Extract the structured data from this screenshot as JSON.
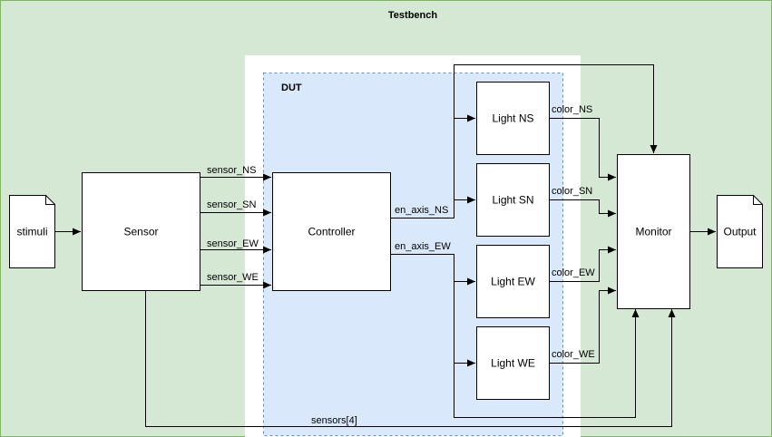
{
  "testbench": {
    "title": "Testbench"
  },
  "dut": {
    "title": "DUT"
  },
  "blocks": {
    "stimuli": "stimuli",
    "sensor": "Sensor",
    "controller": "Controller",
    "light_ns": "Light NS",
    "light_sn": "Light SN",
    "light_ew": "Light EW",
    "light_we": "Light WE",
    "monitor": "Monitor",
    "output": "Output"
  },
  "signals": {
    "sensor_ns": "sensor_NS",
    "sensor_sn": "sensor_SN",
    "sensor_ew": "sensor_EW",
    "sensor_we": "sensor_WE",
    "en_axis_ns": "en_axis_NS",
    "en_axis_ew": "en_axis_EW",
    "color_ns": "color_NS",
    "color_sn": "color_SN",
    "color_ew": "color_EW",
    "color_we": "color_WE",
    "sensors_bus": "sensors[4]"
  },
  "colors": {
    "testbench_fill": "#d5e8d4",
    "testbench_stroke": "#82b366",
    "dut_fill": "#dae8fc",
    "dut_stroke": "#6c8ebf",
    "block_fill": "#ffffff",
    "line": "#000000"
  }
}
